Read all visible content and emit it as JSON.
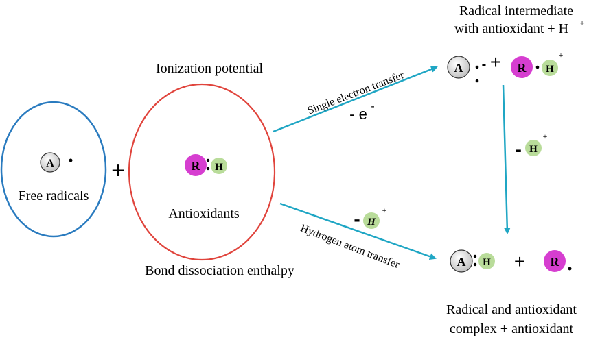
{
  "labels": {
    "title_top_line1": "Radical intermediate",
    "title_top_line2": "with antioxidant + H",
    "title_top_sup": "+",
    "ionization": "Ionization potential",
    "free_radicals": "Free radicals",
    "antioxidants": "Antioxidants",
    "bond_dissociation": "Bond dissociation enthalpy",
    "single_electron_transfer": "Single electron transfer",
    "minus_e": "- e",
    "minus_e_sup": "-",
    "hydrogen_atom_transfer": "Hydrogen atom transfer",
    "bottom_line1": "Radical and antioxidant",
    "bottom_line2": "complex + antioxidant",
    "plus": "+",
    "minus": "-"
  },
  "atoms": {
    "A": "A",
    "R": "R",
    "H": "H",
    "plus_sup": "+"
  },
  "colors": {
    "free_radical_circle": "#2a7bbf",
    "antioxidant_circle": "#e0443c",
    "arrow": "#1fa6c4",
    "R_fill": "#d63ed0",
    "H_fill": "#b9dc9a",
    "A_fill": "#d9d9d9"
  }
}
